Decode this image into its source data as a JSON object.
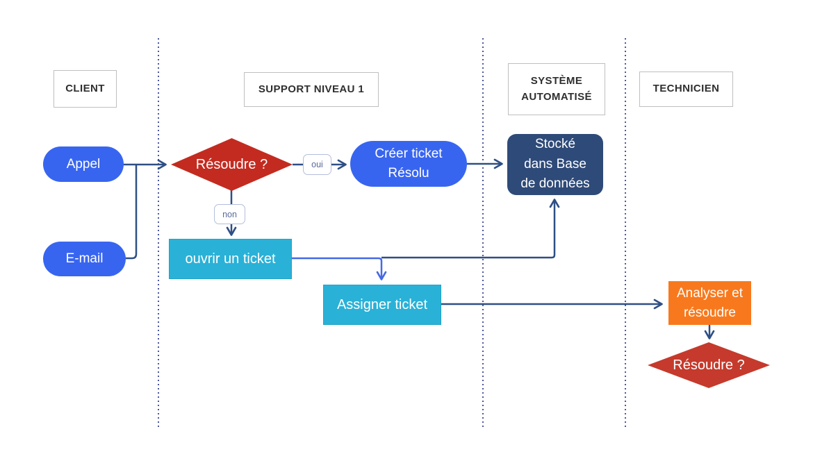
{
  "lanes": {
    "client": "CLIENT",
    "support": "SUPPORT NIVEAU 1",
    "systeme": "SYSTÈME\nAUTOMATISÉ",
    "technicien": "TECHNICIEN"
  },
  "nodes": {
    "appel": "Appel",
    "email": "E-mail",
    "decision_support": "Résoudre ?",
    "creer_ticket": "Créer ticket\nRésolu",
    "stocke": "Stocké\ndans Base\nde données",
    "ouvrir_ticket": "ouvrir un ticket",
    "assigner_ticket": "Assigner ticket",
    "analyser": "Analyser et\nrésoudre",
    "decision_technicien": "Résoudre ?"
  },
  "edge_labels": {
    "oui": "oui",
    "non": "non"
  },
  "colors": {
    "blue": "#3865f0",
    "cyan": "#2ab1d7",
    "navy": "#2e4a78",
    "orange": "#f8791d",
    "red": "#c32b20",
    "red2": "#c53a2c",
    "arrow": "#2e4f85",
    "arrow_blue": "#4569e6"
  }
}
